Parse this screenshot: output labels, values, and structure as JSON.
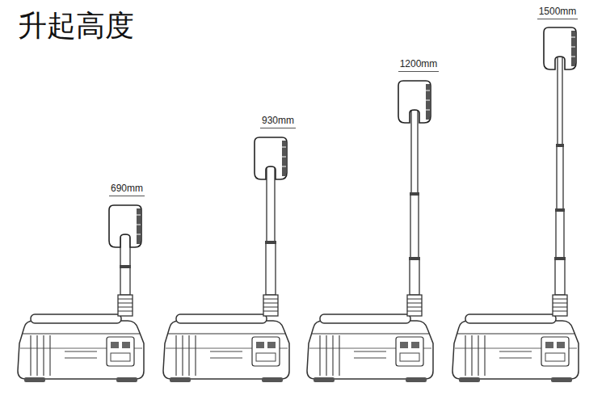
{
  "diagram": {
    "title": "升起高度",
    "labels": [
      "690mm",
      "930mm",
      "1200mm",
      "1500mm"
    ]
  }
}
